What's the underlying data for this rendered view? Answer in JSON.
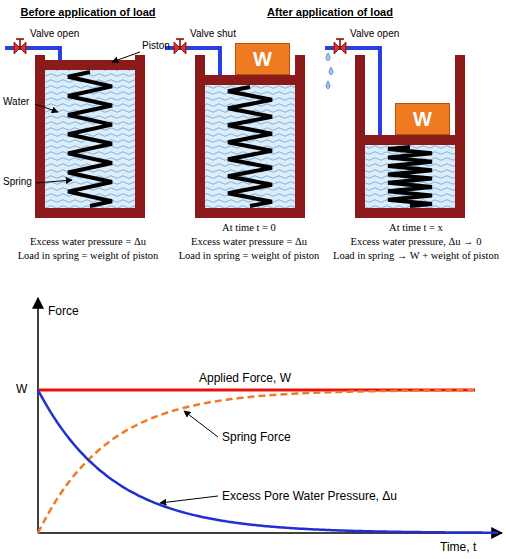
{
  "diagram": {
    "nodes": [
      {
        "text": [
          "W"
        ]
      },
      {
        "text": [
          "W"
        ]
      }
    ],
    "labels": [
      "Before application of load",
      "After application of load",
      "Valve open",
      "Piston",
      "Water",
      "Spring",
      "Valve shut",
      "Valve open",
      "Excess water pressure = Δu",
      "Load in spring = weight of piston",
      "At time t = 0",
      "Excess water pressure = Δu",
      "Load in spring = weight of piston",
      "At time t = x",
      "Excess water pressure, Δu → 0",
      "Load in spring → W + weight of piston",
      "Force",
      "W",
      "Applied Force, W",
      "Spring Force",
      "Excess Pore Water Pressure, Δu",
      "Time, t"
    ]
  }
}
